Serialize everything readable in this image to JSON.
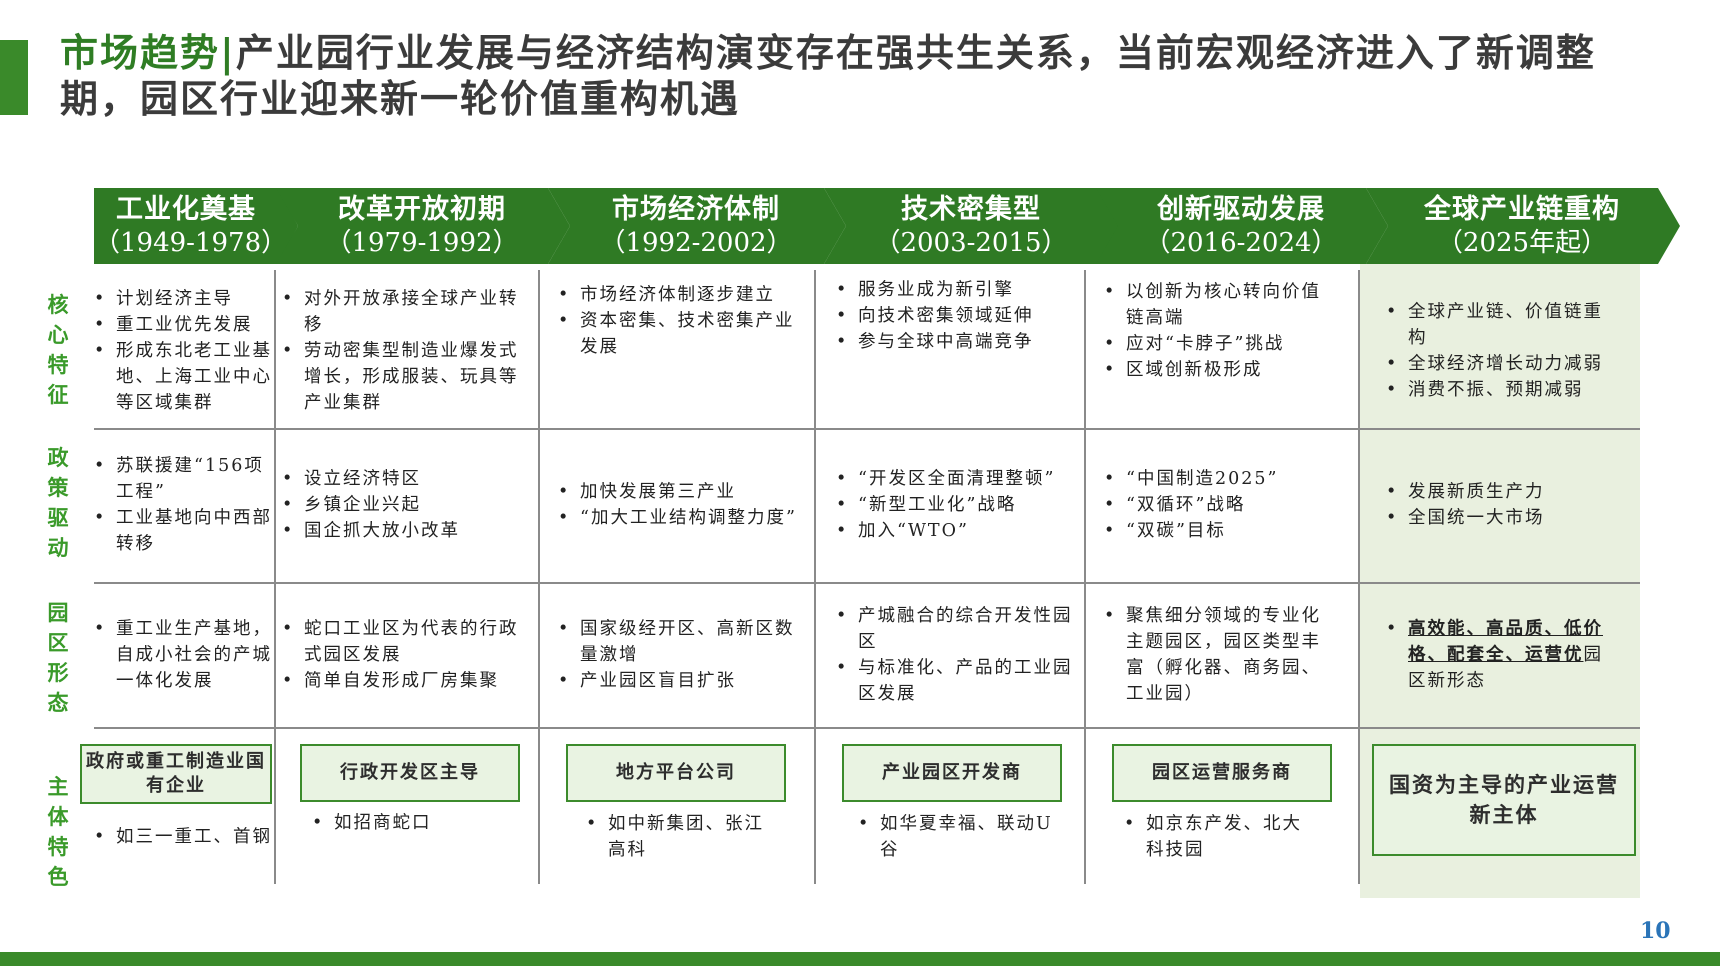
{
  "title": {
    "prefix": "市场趋势",
    "separator": "|",
    "text": "产业园行业发展与经济结构演变存在强共生关系，当前宏观经济进入了新调整期，园区行业迎来新一轮价值重构机遇"
  },
  "phases": [
    {
      "name": "工业化奠基",
      "years": "（1949-1978）"
    },
    {
      "name": "改革开放初期",
      "years": "（1979-1992）"
    },
    {
      "name": "市场经济体制",
      "years": "（1992-2002）"
    },
    {
      "name": "技术密集型",
      "years": "（2003-2015）"
    },
    {
      "name": "创新驱动发展",
      "years": "（2016-2024）"
    },
    {
      "name": "全球产业链重构",
      "years": "（2025年起）"
    }
  ],
  "row_labels": [
    "核心特征",
    "政策驱动",
    "园区形态",
    "主体特色"
  ],
  "core": [
    [
      "计划经济主导",
      "重工业优先发展",
      "形成东北老工业基地、上海工业中心等区域集群"
    ],
    [
      "对外开放承接全球产业转移",
      "劳动密集型制造业爆发式增长，形成服装、玩具等产业集群"
    ],
    [
      "市场经济体制逐步建立",
      "资本密集、技术密集产业发展"
    ],
    [
      "服务业成为新引擎",
      "向技术密集领域延伸",
      "参与全球中高端竞争"
    ],
    [
      "以创新为核心转向价值链高端",
      "应对“卡脖子”挑战",
      "区域创新极形成"
    ],
    [
      "全球产业链、价值链重构",
      "全球经济增长动力减弱",
      "消费不振、预期减弱"
    ]
  ],
  "policy": [
    [
      "苏联援建“156项工程”",
      "工业基地向中西部转移"
    ],
    [
      "设立经济特区",
      "乡镇企业兴起",
      "国企抓大放小改革"
    ],
    [
      "加快发展第三产业",
      "“加大工业结构调整力度”"
    ],
    [
      "“开发区全面清理整顿”",
      "“新型工业化”战略",
      "加入“WTO”"
    ],
    [
      "“中国制造2025”",
      "“双循环”战略",
      "“双碳”目标"
    ],
    [
      "发展新质生产力",
      "全国统一大市场"
    ]
  ],
  "park": [
    [
      "重工业生产基地，自成小社会的产城一体化发展"
    ],
    [
      "蛇口工业区为代表的行政式园区发展",
      "简单自发形成厂房集聚"
    ],
    [
      "国家级经开区、高新区数量激增",
      "产业园区盲目扩张"
    ],
    [
      "产城融合的综合开发性园区",
      "与标准化、产品的工业园区发展"
    ],
    [
      "聚焦细分领域的专业化主题园区，园区类型丰富（孵化器、商务园、工业园）"
    ]
  ],
  "park_last": {
    "emph": "高效能、高品质、低价格、配套全、运营优",
    "rest": "园区新形态"
  },
  "entities": [
    {
      "label": "政府或重工制造业国有企业",
      "example": "如三一重工、首钢"
    },
    {
      "label": "行政开发区主导",
      "example": "如招商蛇口"
    },
    {
      "label": "地方平台公司",
      "example": "如中新集团、张江高科"
    },
    {
      "label": "产业园区开发商",
      "example": "如华夏幸福、联动U谷"
    },
    {
      "label": "园区运营服务商",
      "example": "如京东产发、北大科技园"
    },
    {
      "label": "国资为主导的产业运营新主体"
    }
  ],
  "page_number": "10",
  "colors": {
    "brand_green": "#3a8a2a",
    "dark_green": "#2f7a24",
    "highlight_bg": "#e9f0df",
    "page_number": "#2a74b8"
  }
}
